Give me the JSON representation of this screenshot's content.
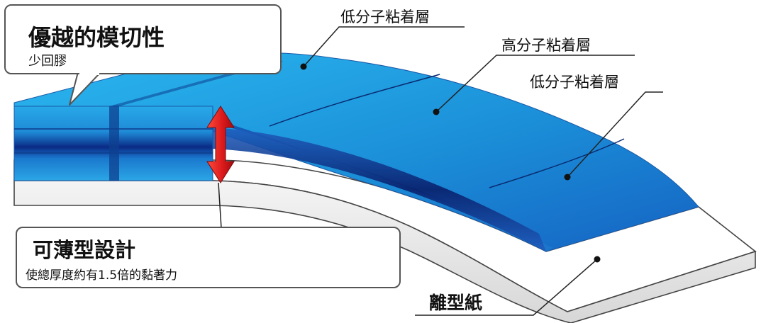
{
  "callouts": {
    "die_cut": {
      "title": "優越的模切性",
      "subtitle": "少回膠"
    },
    "thin": {
      "title": "可薄型設計",
      "subtitle": "使總厚度約有1.5倍的黏著力"
    }
  },
  "labels": {
    "top_low": "低分子粘着層",
    "middle_high": "高分子粘着層",
    "bottom_low": "低分子粘着層",
    "release_paper": "離型紙"
  },
  "icons": {
    "thickness_arrow": "double-vertical-arrow-icon"
  },
  "colors": {
    "layer_blue_light": "#1ea7e6",
    "layer_blue_dark": "#0b3fa0",
    "core_navy": "#08226e",
    "arrow_red": "#e0201e",
    "release_paper": "#ffffff"
  }
}
